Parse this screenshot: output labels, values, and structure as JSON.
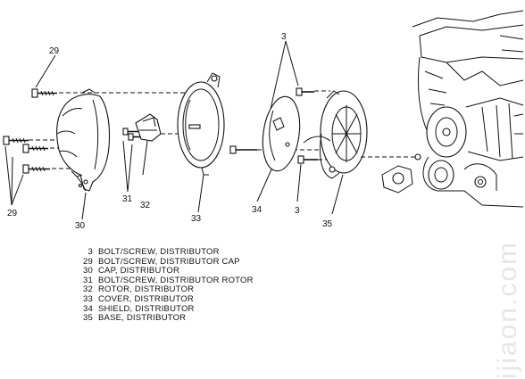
{
  "callouts": {
    "c29_top": "29",
    "c29_left": "29",
    "c30": "30",
    "c31": "31",
    "c32": "32",
    "c33": "33",
    "c3_top": "3",
    "c34": "34",
    "c3_bottom": "3",
    "c35": "35"
  },
  "legend": [
    {
      "num": "3",
      "text": "BOLT/SCREW, DISTRIBUTOR"
    },
    {
      "num": "29",
      "text": "BOLT/SCREW, DISTRIBUTOR CAP"
    },
    {
      "num": "30",
      "text": "CAP, DISTRIBUTOR"
    },
    {
      "num": "31",
      "text": "BOLT/SCREW, DISTRIBUTOR ROTOR"
    },
    {
      "num": "32",
      "text": "ROTOR, DISTRIBUTOR"
    },
    {
      "num": "33",
      "text": "COVER, DISTRIBUTOR"
    },
    {
      "num": "34",
      "text": "SHIELD, DISTRIBUTOR"
    },
    {
      "num": "35",
      "text": "BASE, DISTRIBUTOR"
    }
  ],
  "watermark": "ijiaon.com"
}
